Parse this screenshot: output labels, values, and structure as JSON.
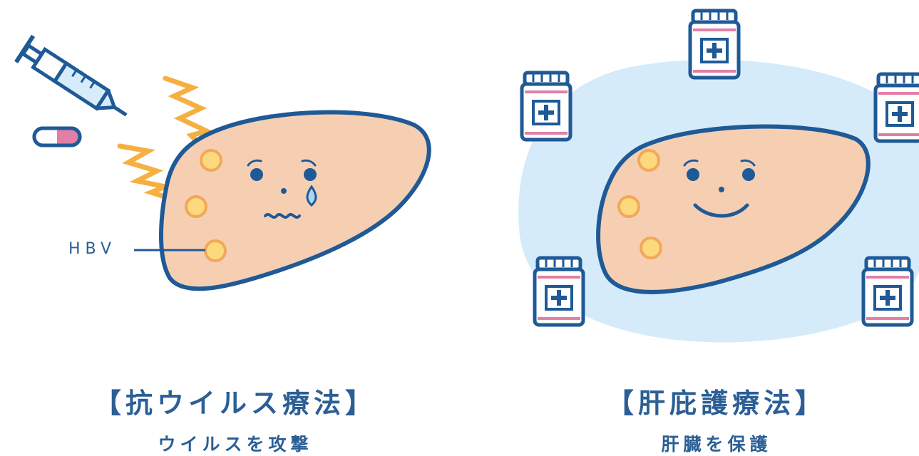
{
  "left_panel": {
    "title": "【抗ウイルス療法】",
    "subtitle": "ウイルスを攻撃",
    "virus_label": "HBV",
    "liver_expression": "crying",
    "icons": [
      "syringe-icon",
      "capsule-icon",
      "lightning-bolt-icon",
      "lightning-bolt-icon"
    ]
  },
  "right_panel": {
    "title": "【肝庇護療法】",
    "subtitle": "肝臓を保護",
    "liver_expression": "smiling",
    "icons": [
      "medicine-bottle-icon",
      "medicine-bottle-icon",
      "medicine-bottle-icon",
      "medicine-bottle-icon",
      "medicine-bottle-icon"
    ]
  },
  "colors": {
    "outline": "#1f5a96",
    "liver_fill": "#f6cfb3",
    "virus_fill": "#fbd97c",
    "virus_stroke": "#f2a85a",
    "lightning": "#f5b041",
    "shield": "#d5ebfa",
    "text": "#2b5f95",
    "pink_accent": "#e27fa5"
  }
}
